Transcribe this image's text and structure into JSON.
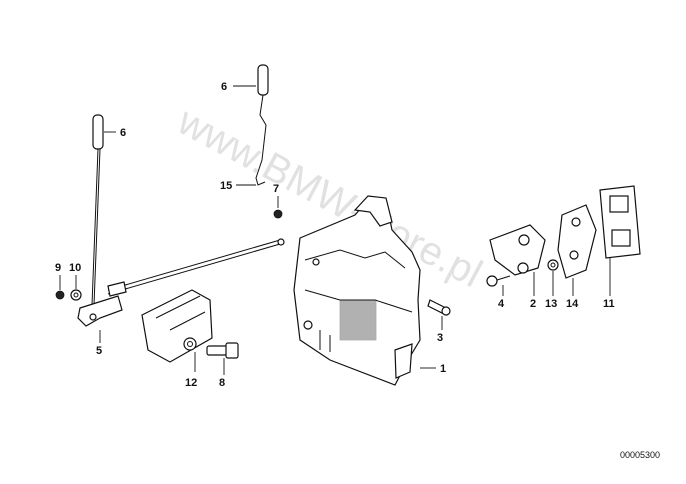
{
  "watermark": "www.BMW-store.pl",
  "reference_number": "00005300",
  "callouts": {
    "c1": "1",
    "c2": "2",
    "c3": "3",
    "c4": "4",
    "c5": "5",
    "c6a": "6",
    "c6b": "6",
    "c7": "7",
    "c8": "8",
    "c9": "9",
    "c10": "10",
    "c11": "11",
    "c12": "12",
    "c13": "13",
    "c14": "14",
    "c15": "15"
  }
}
